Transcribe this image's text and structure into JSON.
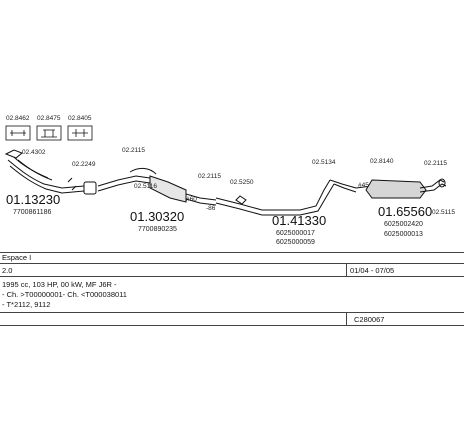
{
  "accessories": [
    {
      "label": "02.8462"
    },
    {
      "label": "02.8475"
    },
    {
      "label": "02.8405"
    }
  ],
  "part_labels": {
    "c1": "02.4302",
    "c2": "02.2249",
    "c3": "02.2115",
    "c4": "02.5116",
    "c5": "#60",
    "c6": "-86",
    "c7": "02.2115",
    "c8": "02.5250",
    "c9": "02.5134",
    "c10": "02.8140",
    "c11": "#45",
    "c12": "02.2115",
    "c13": "02.5115"
  },
  "parts": {
    "p1": {
      "number": "01.13230",
      "oem": "7700861186"
    },
    "p2": {
      "number": "01.30320",
      "oem": "7700890235"
    },
    "p3": {
      "number": "01.41330",
      "oem1": "6025000017",
      "oem2": "6025000059"
    },
    "p4": {
      "number": "01.65560",
      "oem1": "6025002420",
      "oem2": "6025000013"
    }
  },
  "info": {
    "model": "Espace I",
    "engine": "2.0",
    "years": "01/04 - 07/05",
    "specs": "1995 cc, 103 HP, 00 kW, MF J6R -",
    "chassis": "- Ch. >T00000001- Ch. <T000038011",
    "codes": "- T*2112, 9112",
    "code": "C280067"
  }
}
